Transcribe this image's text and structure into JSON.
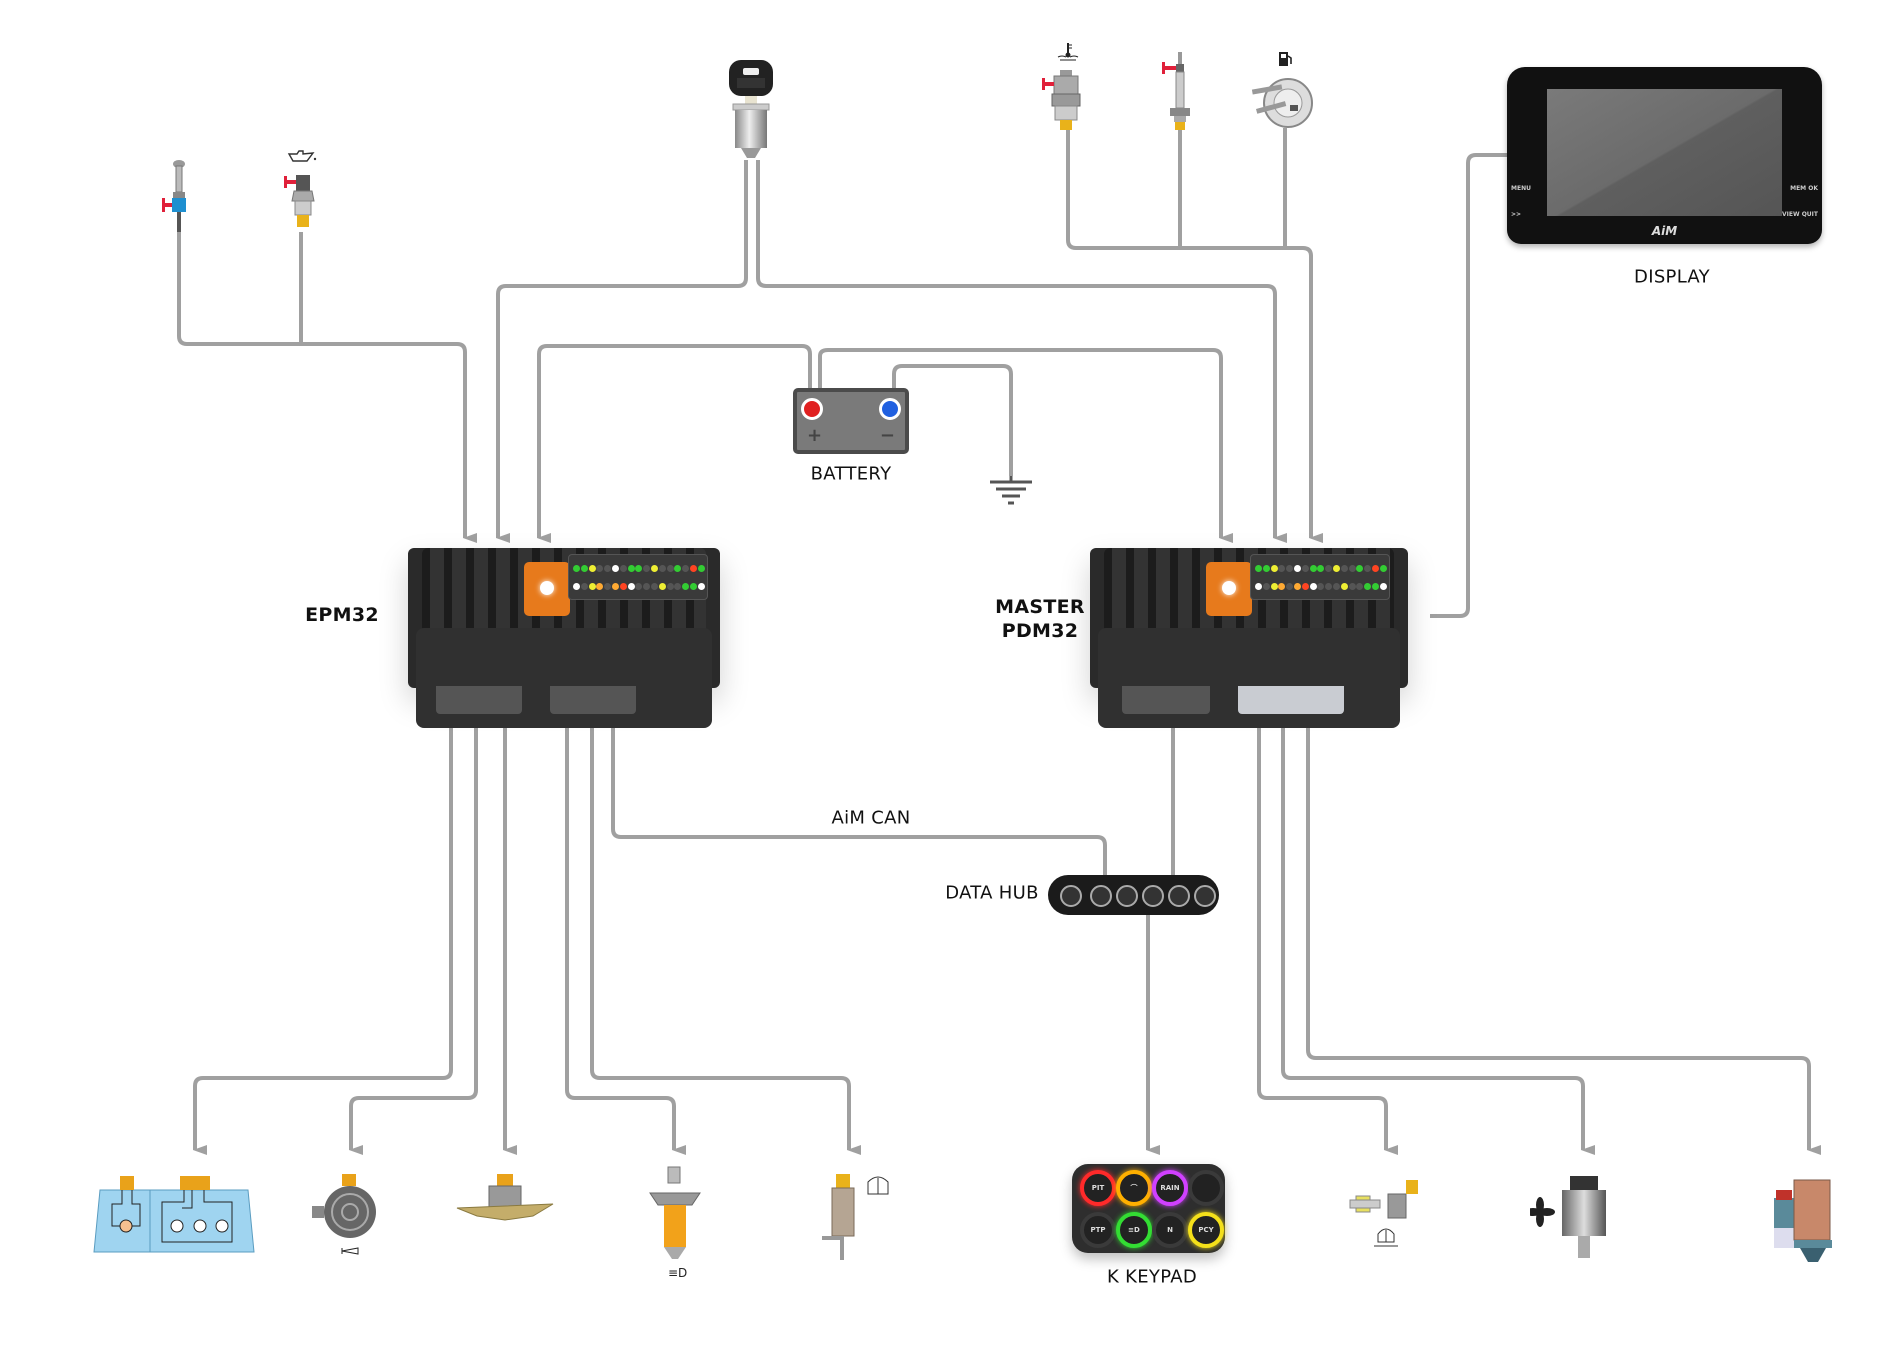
{
  "diagram": {
    "title": "AiM PDM32 / EPM32 wiring layout",
    "wire_color": "#a0a0a0"
  },
  "labels": {
    "display": "DISPLAY",
    "epm": "EPM32",
    "master_line1": "MASTER",
    "master_line2": "PDM32",
    "battery": "BATTERY",
    "aim_can": "AiM CAN",
    "data_hub": "DATA HUB",
    "keypad": "K KEYPAD"
  },
  "display_device": {
    "brand": "AiM",
    "buttons_left": [
      "MENU",
      ">>"
    ],
    "buttons_right": [
      "MEM OK",
      "VIEW QUIT"
    ]
  },
  "keypad_buttons": [
    {
      "label": "PIT",
      "color": "#ff2a2a"
    },
    {
      "label": "WIPER",
      "color": "#ffb000"
    },
    {
      "label": "RAIN",
      "color": "#d040ff"
    },
    {
      "label": "",
      "color": "#3a3a3a"
    },
    {
      "label": "PTP",
      "color": "#3a3a3a"
    },
    {
      "label": "LIGHT",
      "color": "#33dd33"
    },
    {
      "label": "N",
      "color": "#3a3a3a"
    },
    {
      "label": "PCY",
      "color": "#f4e01a"
    }
  ],
  "inputs": {
    "left": [
      "coolant-temp-sensor",
      "oil-pressure-sensor"
    ],
    "top_center": "ignition-key-switch",
    "top_right": [
      "water-temp-sensor",
      "exhaust-temp-probe",
      "fuel-level-sender"
    ]
  },
  "outputs": {
    "epm32": [
      "headlight-cluster",
      "horn",
      "fan-motor",
      "headlight-bulb",
      "washer-pump"
    ],
    "pdm32": [
      "keypad",
      "wiper-motor",
      "cooling-fan",
      "starter-motor"
    ]
  },
  "colors": {
    "module_body": "#2a2a2a",
    "power_stud": "#e77a1c",
    "battery_positive": "#e02020",
    "battery_negative": "#2060e0"
  }
}
